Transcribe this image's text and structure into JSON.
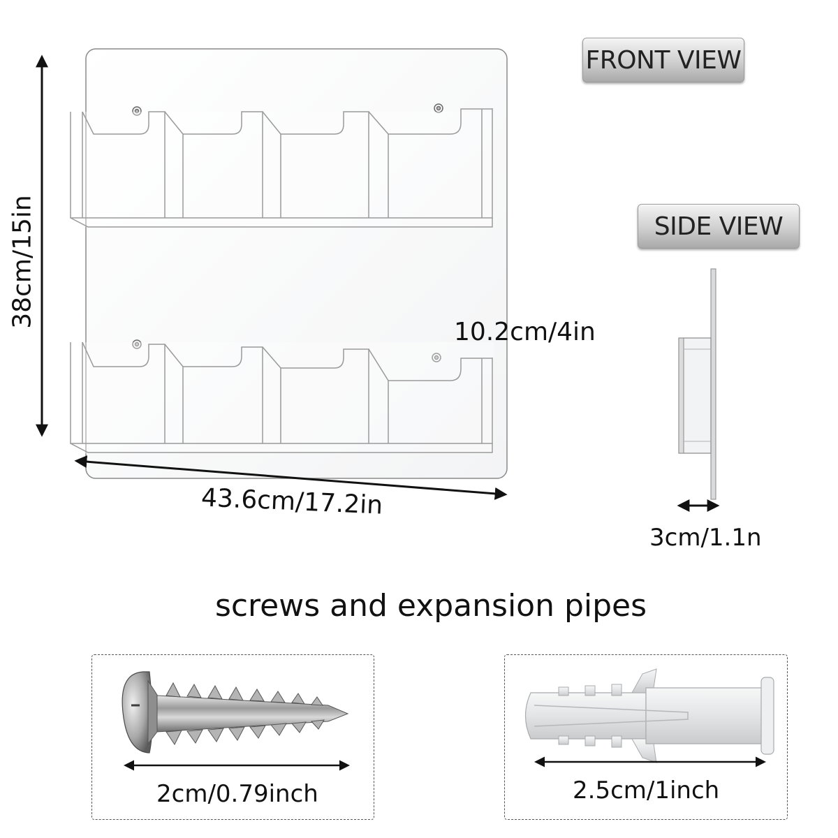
{
  "front_view": {
    "label": "FRONT VIEW",
    "height_dimension": "38cm/15in",
    "width_dimension": "43.6cm/17.2in",
    "pocket_dimension": "10.2cm/4in",
    "rows": 2,
    "pockets_per_row": 4
  },
  "side_view": {
    "label": "SIDE VIEW",
    "depth_dimension": "3cm/1.1n"
  },
  "hardware": {
    "title": "screws and expansion pipes",
    "screw_size": "2cm/0.79inch",
    "anchor_size": "2.5cm/1inch"
  }
}
